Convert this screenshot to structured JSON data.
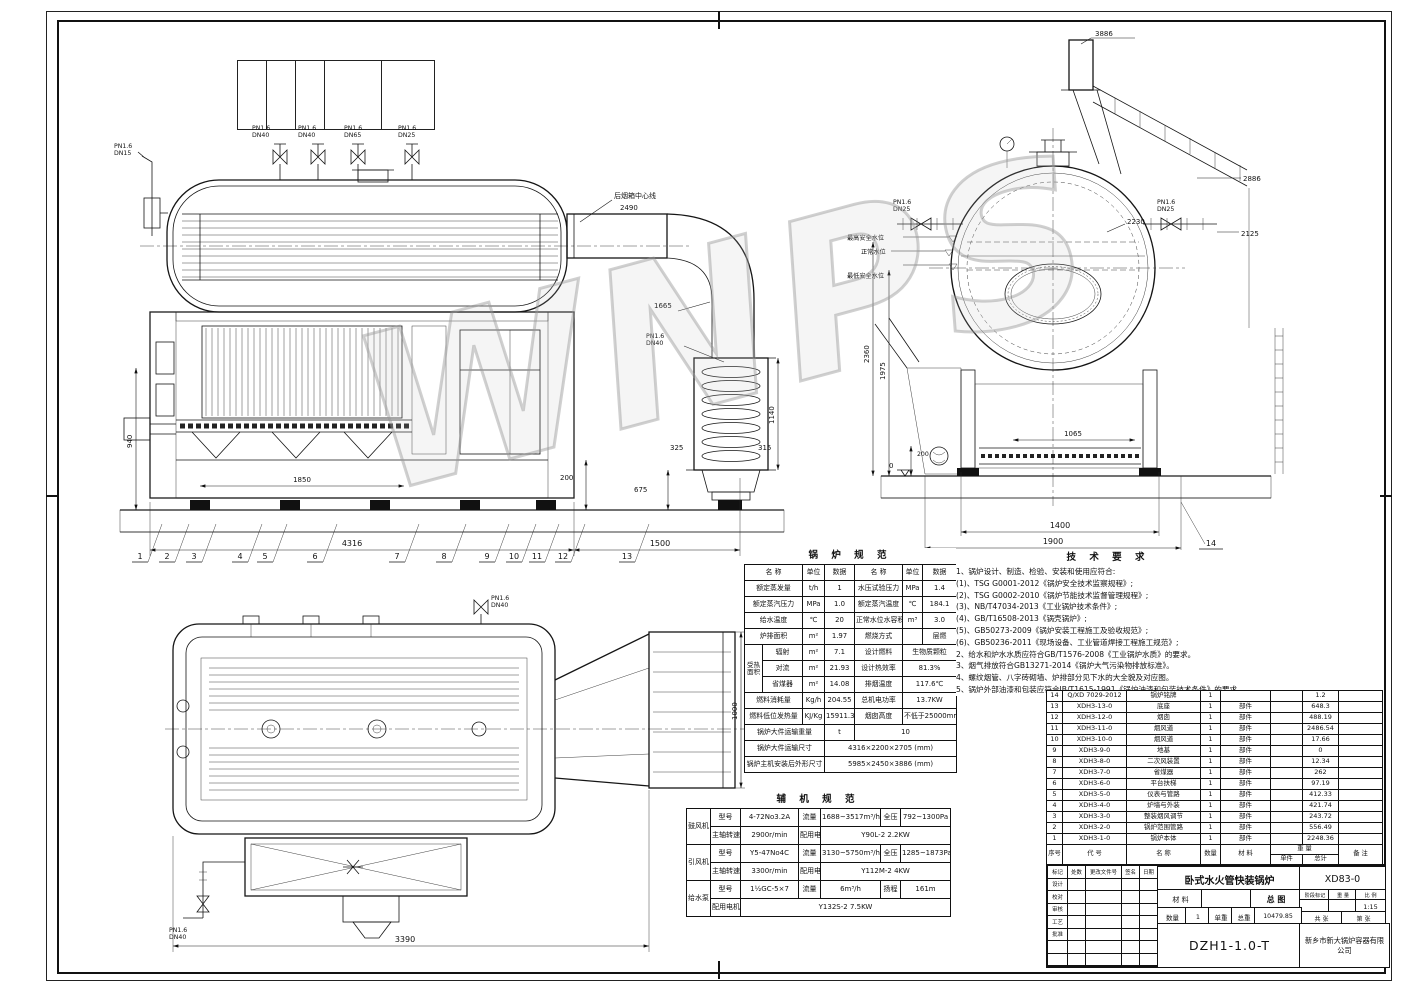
{
  "watermark": "WNPS",
  "side_view": {
    "rear_center_label": "后烟箱中心线",
    "valve_labels": [
      {
        "l1": "PN1.6",
        "l2": "DN15"
      },
      {
        "l1": "PN1.6",
        "l2": "DN40"
      },
      {
        "l1": "PN1.6",
        "l2": "DN40"
      },
      {
        "l1": "PN1.6",
        "l2": "DN65"
      },
      {
        "l1": "PN1.6",
        "l2": "DN25"
      },
      {
        "l1": "PN1.6",
        "l2": "DN40"
      }
    ],
    "dims": {
      "d2490": "2490",
      "d1665": "1665",
      "d940": "940",
      "d1850": "1850",
      "d1140": "1140",
      "d675": "675",
      "d325": "325",
      "d315": "315",
      "d200": "200",
      "d4316": "4316",
      "d1500": "1500"
    }
  },
  "end_view": {
    "labels": {
      "d3886": "3886",
      "d2886": "2886",
      "d2125": "2125",
      "d2230": "2230",
      "water_high": "最高安全水位",
      "water_normal": "正常水位",
      "water_low": "最低安全水位",
      "d2360": "2360",
      "d1975": "1975",
      "d1065": "1065",
      "d1400": "1400",
      "d1900": "1900",
      "d200": "200",
      "d0": "0",
      "pipe_left_l1": "PN1.6",
      "pipe_left_l2": "DN25",
      "pipe_right_l1": "PN1.6",
      "pipe_right_l2": "DN25"
    }
  },
  "plan_view": {
    "labels": {
      "d3390": "3390",
      "d1000": "1000",
      "pipe_top_l1": "PN1.6",
      "pipe_top_l2": "DN40",
      "pipe_bottom_l1": "PN1.6",
      "pipe_bottom_l2": "DN40"
    }
  },
  "balloons": [
    "1",
    "2",
    "3",
    "4",
    "5",
    "6",
    "7",
    "8",
    "9",
    "10",
    "11",
    "12",
    "13",
    "14"
  ],
  "boiler_spec": {
    "title": "锅 炉 规 范",
    "headers": [
      "名  称",
      "单位",
      "数据",
      "名  称",
      "单位",
      "数据"
    ],
    "rows": [
      [
        "额定蒸发量",
        "t/h",
        "1",
        "水压试验压力",
        "MPa",
        "1.4"
      ],
      [
        "额定蒸汽压力",
        "MPa",
        "1.0",
        "额定蒸汽温度",
        "℃",
        "184.1"
      ],
      [
        "给水温度",
        "℃",
        "20",
        "正常水位水容积",
        "m³",
        "3.0"
      ],
      [
        "炉排面积",
        "m²",
        "1.97",
        "燃烧方式",
        "",
        "层燃"
      ]
    ],
    "heating_label": "受热面积",
    "heating": [
      {
        "part": "辐射",
        "unit": "m²",
        "val": "7.1",
        "rname": "设计燃料",
        "rval": "生物质颗粒"
      },
      {
        "part": "对流",
        "unit": "m²",
        "val": "21.93",
        "rname": "设计热效率",
        "rval": "81.3%"
      },
      {
        "part": "省煤器",
        "unit": "m²",
        "val": "14.08",
        "rname": "排烟温度",
        "rval": "117.6℃"
      }
    ],
    "rows2": [
      {
        "name": "燃料消耗量",
        "unit": "Kg/h",
        "val": "204.55",
        "rname": "总机电功率",
        "rval": "13.7KW"
      },
      {
        "name": "燃料低位发热量",
        "unit": "KJ/Kg",
        "val": "15911.35",
        "rname": "烟囱高度",
        "rval": "不低于25000mm"
      }
    ],
    "rows3": [
      {
        "name": "锅炉大件运输重量",
        "unit": "t",
        "val": "10"
      },
      {
        "name": "锅炉大件运输尺寸",
        "val": "4316×2200×2705  (mm)"
      },
      {
        "name": "锅炉主机安装后外形尺寸",
        "val": "5985×2450×3886  (mm)"
      }
    ]
  },
  "aux_spec": {
    "title": "辅 机 规 范",
    "fan1": {
      "name": "鼓风机",
      "model_label": "型号",
      "model": "4-72No3.2A",
      "flow_label": "流量",
      "flow": "1688~3517m³/h",
      "press_label": "全压",
      "press": "792~1300Pa",
      "speed_label": "主轴转速",
      "speed": "2900r/min",
      "motor_label": "配用电机",
      "motor": "Y90L-2  2.2KW"
    },
    "fan2": {
      "name": "引风机",
      "model_label": "型号",
      "model": "Y5-47No4C",
      "flow_label": "流量",
      "flow": "3130~5750m³/h",
      "press_label": "全压",
      "press": "1285~1873Pa",
      "speed_label": "主轴转速",
      "speed": "3300r/min",
      "motor_label": "配用电机",
      "motor": "Y112M-2  4KW"
    },
    "pump": {
      "name": "给水泵",
      "model_label": "型号",
      "model": "1½GC-5×7",
      "flow_label": "流量",
      "flow": "6m³/h",
      "head_label": "扬程",
      "head": "161m",
      "motor_label": "配用电机",
      "motor": "Y132S-2  7.5KW"
    }
  },
  "tech_req": {
    "title": "技 术 要 求",
    "lines": [
      "1、锅炉设计、制造、检验、安装和使用应符合:",
      "(1)、TSG G0001-2012《锅炉安全技术监察规程》;",
      "(2)、TSG G0002-2010《锅炉节能技术监督管理规程》;",
      "(3)、NB/T47034-2013《工业锅炉技术条件》;",
      "(4)、GB/T16508-2013《锅壳锅炉》;",
      "(5)、GB50273-2009《锅炉安装工程施工及验收规范》;",
      "(6)、GB50236-2011《现场设备、工业管道焊接工程施工规范》;",
      "2、给水和炉水水质应符合GB/T1576-2008《工业锅炉水质》的要求。",
      "3、烟气排放符合GB13271-2014《锅炉大气污染物排放标准》。",
      "4、螺纹烟管、八字砖砌墙、炉排部分见下水的大全貌及对应图。",
      "5、锅炉外部油漆和包装应符合JB/T1615-1991《锅炉油漆和包装技术条件》的要求。"
    ]
  },
  "bom": {
    "headers": {
      "seq": "序号",
      "code": "代  号",
      "name": "名  称",
      "qty": "数量",
      "material": "材  料",
      "weight": "重  量",
      "unit": "单件",
      "total": "总计",
      "note": "备 注"
    },
    "rows": [
      {
        "seq": "14",
        "code": "Q/XD 7029-2012",
        "name": "锅炉铭牌",
        "qty": "1",
        "material": "",
        "unit": "",
        "total": "1.2",
        "note": ""
      },
      {
        "seq": "13",
        "code": "XDH3-13-0",
        "name": "底座",
        "qty": "1",
        "material": "部件",
        "unit": "",
        "total": "648.3",
        "note": ""
      },
      {
        "seq": "12",
        "code": "XDH3-12-0",
        "name": "烟囱",
        "qty": "1",
        "material": "部件",
        "unit": "",
        "total": "488.19",
        "note": ""
      },
      {
        "seq": "11",
        "code": "XDH3-11-0",
        "name": "烟风道",
        "qty": "1",
        "material": "部件",
        "unit": "",
        "total": "2486.54",
        "note": ""
      },
      {
        "seq": "10",
        "code": "XDH3-10-0",
        "name": "烟风道",
        "qty": "1",
        "material": "部件",
        "unit": "",
        "total": "17.66",
        "note": ""
      },
      {
        "seq": "9",
        "code": "XDH3-9-0",
        "name": "地基",
        "qty": "1",
        "material": "部件",
        "unit": "",
        "total": "0",
        "note": ""
      },
      {
        "seq": "8",
        "code": "XDH3-8-0",
        "name": "二次风装置",
        "qty": "1",
        "material": "部件",
        "unit": "",
        "total": "12.34",
        "note": ""
      },
      {
        "seq": "7",
        "code": "XDH3-7-0",
        "name": "省煤器",
        "qty": "1",
        "material": "部件",
        "unit": "",
        "total": "262",
        "note": ""
      },
      {
        "seq": "6",
        "code": "XDH3-6-0",
        "name": "平台扶梯",
        "qty": "1",
        "material": "部件",
        "unit": "",
        "total": "97.19",
        "note": ""
      },
      {
        "seq": "5",
        "code": "XDH3-5-0",
        "name": "仪表与管路",
        "qty": "1",
        "material": "部件",
        "unit": "",
        "total": "412.33",
        "note": ""
      },
      {
        "seq": "4",
        "code": "XDH3-4-0",
        "name": "炉墙与外装",
        "qty": "1",
        "material": "部件",
        "unit": "",
        "total": "421.74",
        "note": ""
      },
      {
        "seq": "3",
        "code": "XDH3-3-0",
        "name": "整装烟风调节",
        "qty": "1",
        "material": "部件",
        "unit": "",
        "total": "243.72",
        "note": ""
      },
      {
        "seq": "2",
        "code": "XDH3-2-0",
        "name": "锅炉范围管路",
        "qty": "1",
        "material": "部件",
        "unit": "",
        "total": "556.49",
        "note": ""
      },
      {
        "seq": "1",
        "code": "XDH3-1-0",
        "name": "锅炉本体",
        "qty": "1",
        "material": "部件",
        "unit": "",
        "total": "2248.36",
        "note": ""
      }
    ]
  },
  "title_block": {
    "product_name": "卧式水火管快装锅炉",
    "model": "XD83-0",
    "material_label": "材  料",
    "sheet_type": "总  图",
    "stage_label": "阶段标记",
    "weight_label": "重 量",
    "scale_label": "比 例",
    "scale": "1:15",
    "qty_label": "数量",
    "qty": "1",
    "unit_weight_label": "单重",
    "total_weight_label": "总重",
    "total_weight": "10479.85",
    "sheets_label": "共  张",
    "sheet_no_label": "第  张",
    "drawing_no": "DZH1-1.0-T",
    "company": "新乡市新大锅炉容器有限公司",
    "sign_labels": [
      "标记",
      "处数",
      "更改文件号",
      "签名",
      "日期"
    ],
    "role_labels": [
      "设计",
      "校对",
      "审核",
      "工艺",
      "批准"
    ]
  }
}
